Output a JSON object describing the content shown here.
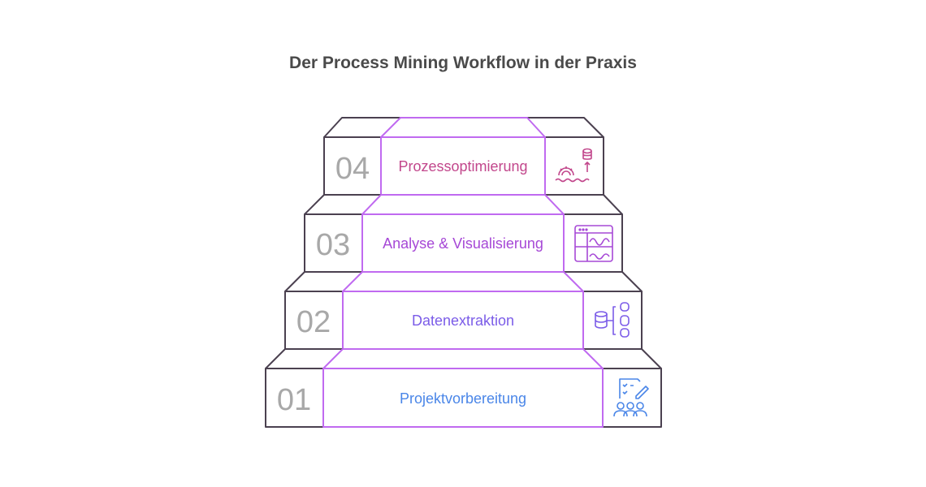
{
  "title": "Der Process Mining Workflow in der Praxis",
  "steps": [
    {
      "number": "01",
      "label": "Projektvorbereitung",
      "color": "#4a86e8",
      "icon": "planning-team-icon"
    },
    {
      "number": "02",
      "label": "Datenextraktion",
      "color": "#7b5ce8",
      "icon": "database-extraction-icon"
    },
    {
      "number": "03",
      "label": "Analyse & Visualisierung",
      "color": "#a648d6",
      "icon": "dashboard-chart-icon"
    },
    {
      "number": "04",
      "label": "Prozessoptimierung",
      "color": "#c2478c",
      "icon": "gear-database-improve-icon"
    }
  ],
  "colors": {
    "outline": "#4b4150",
    "accent": "#c06af0"
  }
}
